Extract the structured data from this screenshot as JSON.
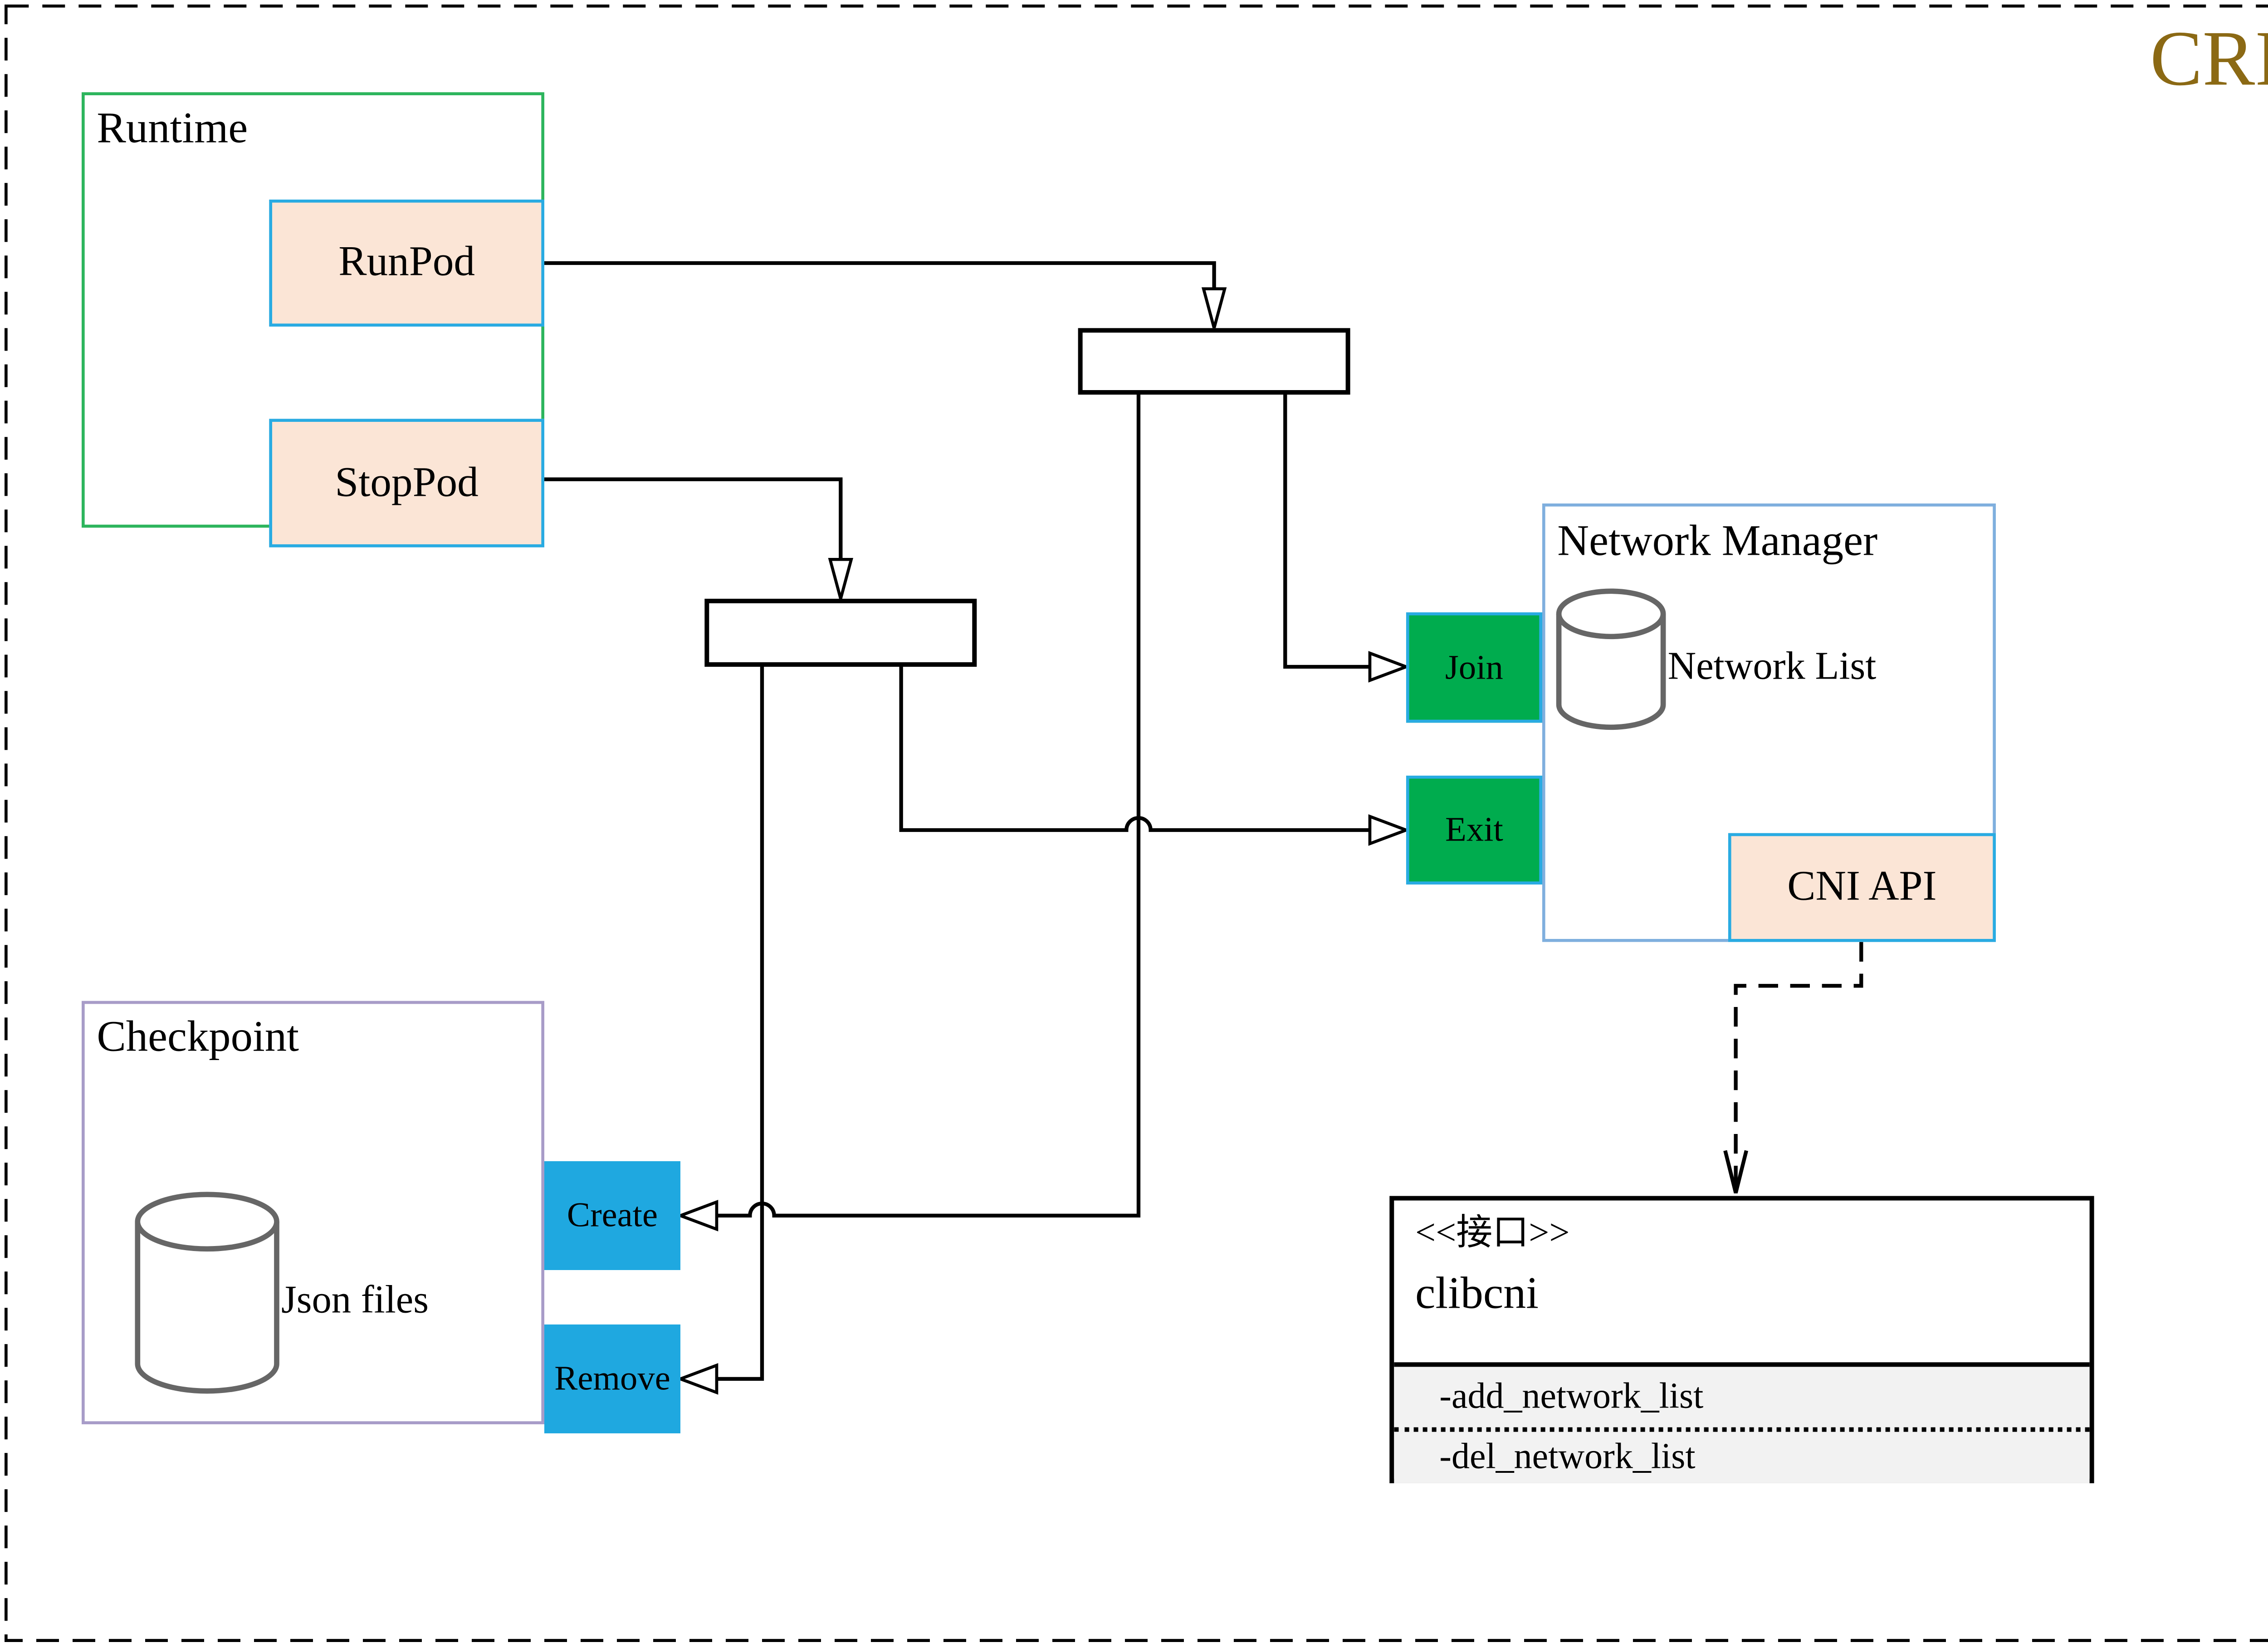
{
  "diagram_title": "CRI",
  "runtime": {
    "title": "Runtime",
    "runpod_label": "RunPod",
    "stoppod_label": "StopPod"
  },
  "network_manager": {
    "title": "Network Manager",
    "join_label": "Join",
    "exit_label": "Exit",
    "cylinder_label": "Network List",
    "cni_api_label": "CNI API"
  },
  "checkpoint": {
    "title": "Checkpoint",
    "cylinder_label": "Json files",
    "create_label": "Create",
    "remove_label": "Remove"
  },
  "clibcni": {
    "stereotype": "<<接口>>",
    "name": "clibcni",
    "methods": [
      "-add_network_list",
      "-del_network_list"
    ]
  },
  "colors": {
    "cri_text": "#8B6914",
    "peach_fill": "#FBE5D6",
    "cyan_border": "#29ABE2",
    "green_fill": "#00AC4E",
    "blue_fill": "#1FA8E0",
    "runtime_border": "#2DB55D",
    "network_manager_border": "#7FAFDE",
    "checkpoint_border": "#A89CC8",
    "cylinder_stroke": "#666666",
    "methods_section_bg": "#F2F2F2",
    "connector": "#000000"
  }
}
